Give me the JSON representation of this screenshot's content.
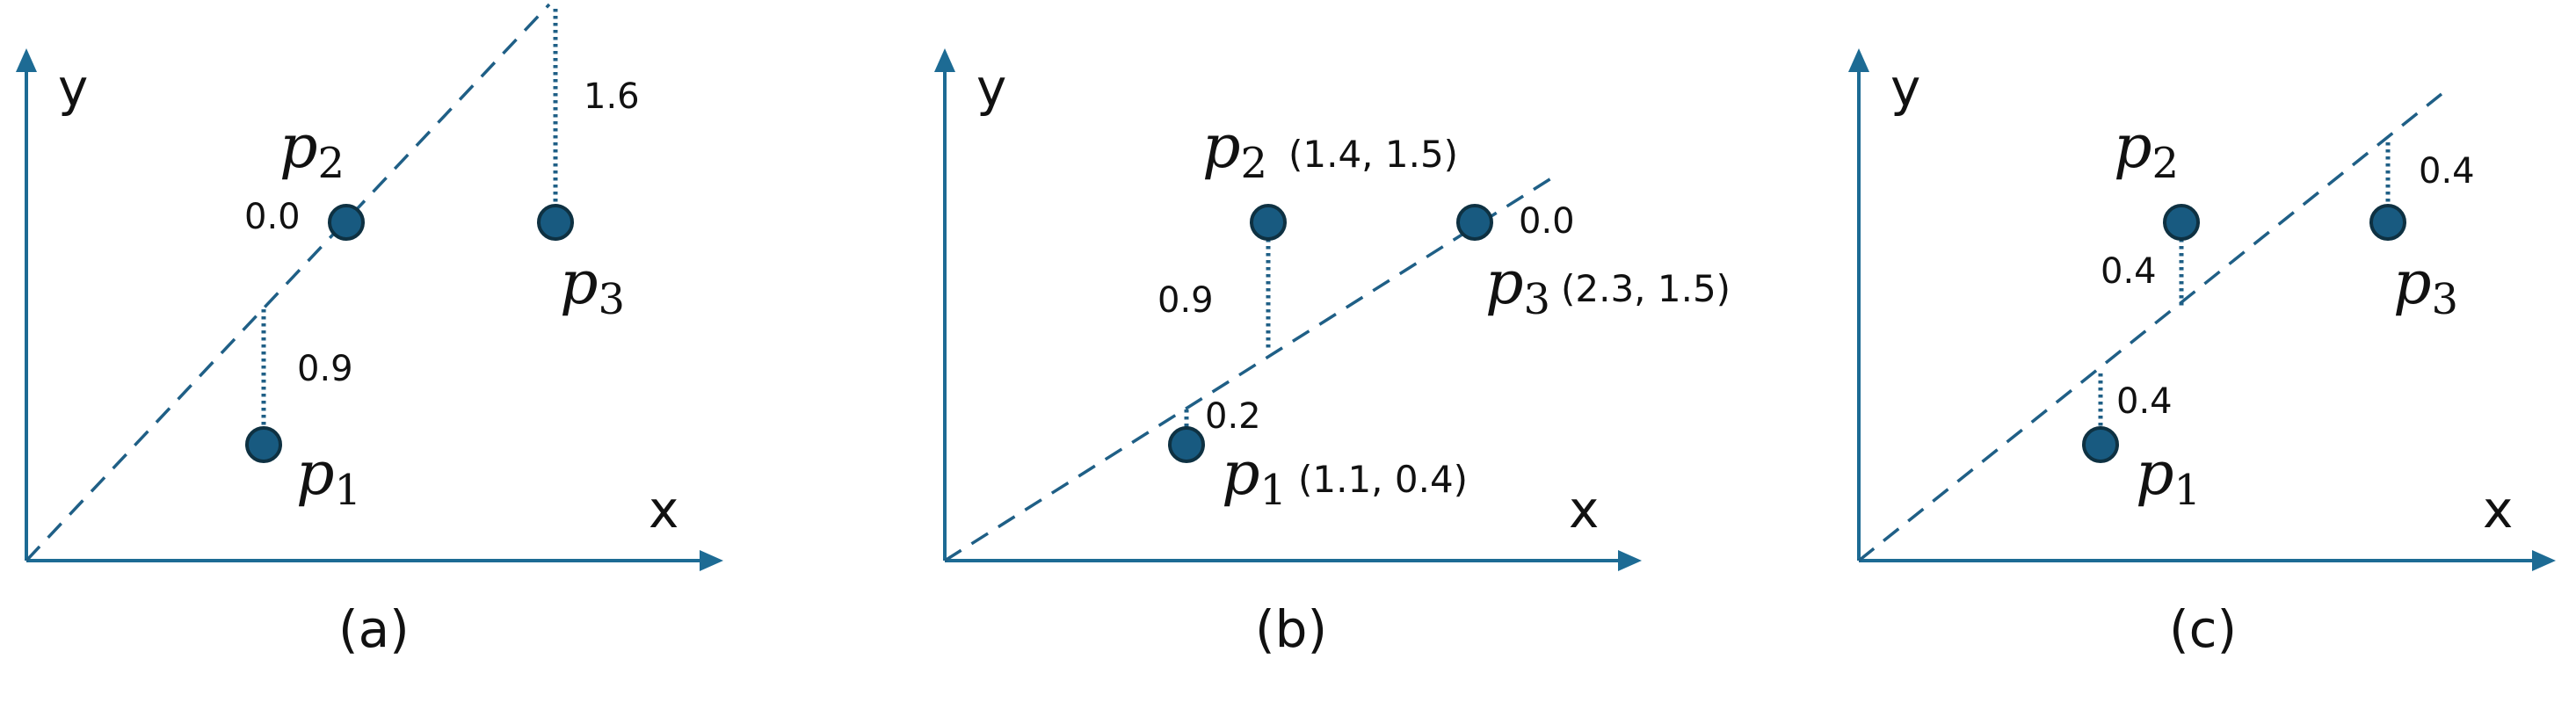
{
  "panels": [
    {
      "caption": "(a)",
      "x_label": "x",
      "y_label": "y",
      "points": [
        {
          "name": "p",
          "sub": "1",
          "coord": ""
        },
        {
          "name": "p",
          "sub": "2",
          "coord": ""
        },
        {
          "name": "p",
          "sub": "3",
          "coord": ""
        }
      ],
      "residuals": [
        "0.9",
        "0.0",
        "1.6"
      ]
    },
    {
      "caption": "(b)",
      "x_label": "x",
      "y_label": "y",
      "points": [
        {
          "name": "p",
          "sub": "1",
          "coord": "(1.1, 0.4)"
        },
        {
          "name": "p",
          "sub": "2",
          "coord": "(1.4, 1.5)"
        },
        {
          "name": "p",
          "sub": "3",
          "coord": "(2.3, 1.5)"
        }
      ],
      "residuals": [
        "0.2",
        "0.9",
        "0.0"
      ]
    },
    {
      "caption": "(c)",
      "x_label": "x",
      "y_label": "y",
      "points": [
        {
          "name": "p",
          "sub": "1",
          "coord": ""
        },
        {
          "name": "p",
          "sub": "2",
          "coord": ""
        },
        {
          "name": "p",
          "sub": "3",
          "coord": ""
        }
      ],
      "residuals": [
        "0.4",
        "0.4",
        "0.4"
      ]
    }
  ],
  "colors": {
    "axis": "#1d6b94",
    "line": "#1f5f86",
    "point_fill": "#185a80",
    "point_stroke": "#0e3142"
  }
}
